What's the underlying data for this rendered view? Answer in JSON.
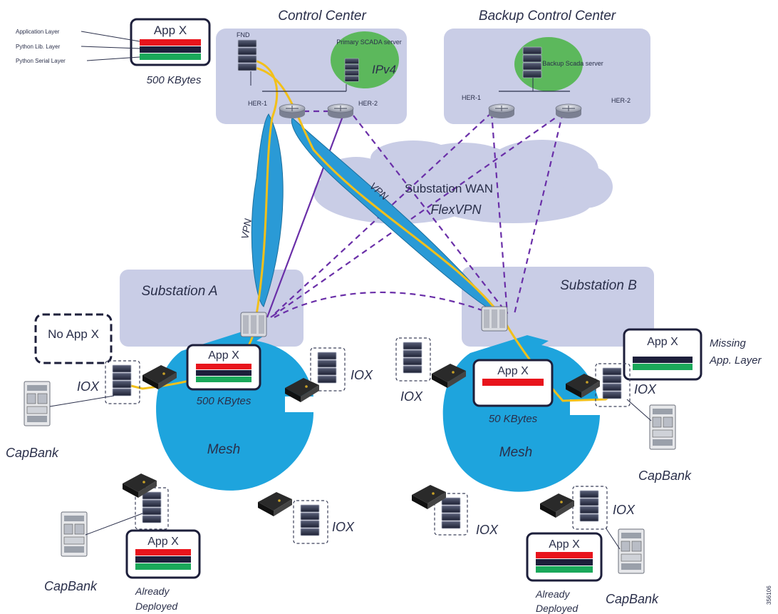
{
  "colors": {
    "site_box": "#c9cde6",
    "cloud": "#c9cde6",
    "server_green": "#5cb85c",
    "mesh_blue": "#1ea4dd",
    "vpn_tunnel": "#2a9ad6",
    "yellow_path": "#f2c01a",
    "purple_link": "#6a2fa8",
    "layer_red": "#e8141c",
    "layer_dark": "#1d1f3b",
    "layer_green": "#1aa85a"
  },
  "control_center": {
    "title": "Control Center",
    "fnd": "FND",
    "primary_scada": "Primary SCADA server",
    "ipv4": "IPv4",
    "her1": "HER-1",
    "her2": "HER-2"
  },
  "backup_center": {
    "title": "Backup Control Center",
    "backup_scada": "Backup Scada server",
    "her1": "HER-1",
    "her2": "HER-2"
  },
  "legend": {
    "app_label": "App X",
    "size": "500 KBytes",
    "layers": [
      "Application Layer",
      "Python Lib. Layer",
      "Python Serial Layer"
    ]
  },
  "wan": {
    "line1": "Substation WAN",
    "line2": "FlexVPN"
  },
  "vpn_label": "VPN",
  "substation_a": {
    "title": "Substation A",
    "no_app": "No App X",
    "app_label": "App X",
    "size": "500 KBytes",
    "iox_left": "IOX",
    "iox_right": "IOX",
    "iox_bottom": "IOX",
    "mesh": "Mesh",
    "capbank_left": "CapBank",
    "capbank_bottom": "CapBank",
    "bottom_app": "App X",
    "already_line1": "Already",
    "already_line2": "Deployed"
  },
  "substation_b": {
    "title": "Substation B",
    "app_label": "App X",
    "size": "50 KBytes",
    "iox_left": "IOX",
    "iox_right": "IOX",
    "iox_bottom_left": "IOX",
    "iox_bottom_right": "IOX",
    "mesh": "Mesh",
    "missing_app": "App X",
    "missing_line1": "Missing",
    "missing_line2": "App. Layer",
    "capbank_right": "CapBank",
    "capbank_bottom": "CapBank",
    "bottom_app": "App X",
    "already_line1": "Already",
    "already_line2": "Deployed"
  },
  "figure_id": "356106"
}
